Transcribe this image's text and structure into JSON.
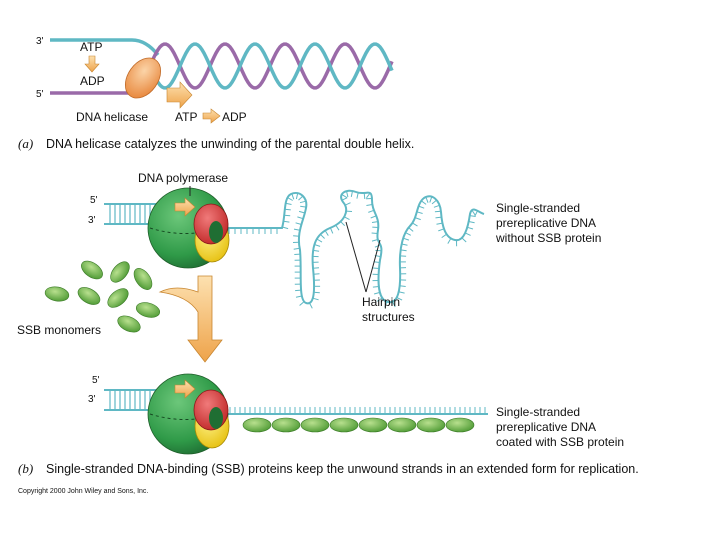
{
  "panel_a": {
    "label_3prime": "3'",
    "label_5prime": "5'",
    "atp_top": "ATP",
    "adp_top": "ADP",
    "helicase_label": "DNA helicase",
    "atp_bottom": "ATP",
    "adp_bottom": "ADP",
    "caption_letter": "(a)",
    "caption_text": "DNA helicase catalyzes the unwinding of the parental double helix."
  },
  "panel_b": {
    "polymerase_label": "DNA polymerase",
    "top_5prime": "5'",
    "top_3prime": "3'",
    "strand_label_top": [
      "Single-stranded",
      "prereplicative DNA",
      "without SSB protein"
    ],
    "hairpin_label": [
      "Hairpin",
      "structures"
    ],
    "ssb_label": "SSB monomers",
    "bottom_5prime": "5'",
    "bottom_3prime": "3'",
    "strand_label_bottom": [
      "Single-stranded",
      "prereplicative DNA",
      "coated with SSB protein"
    ],
    "caption_letter": "(b)",
    "caption_text": "Single-stranded DNA-binding (SSB) proteins keep the unwound strands in an extended form for replication."
  },
  "copyright": "Copyright 2000 John Wiley and Sons, Inc.",
  "colors": {
    "strand_teal": "#5fb8c4",
    "strand_purple": "#9a6aa8",
    "helicase": "#f0a05a",
    "arrow": "#f2b15a",
    "polymerase_green": "#3fa050",
    "clamp_red": "#d63a3a",
    "clamp_yellow": "#f0d020",
    "ssb_green": "#6fb84a"
  }
}
